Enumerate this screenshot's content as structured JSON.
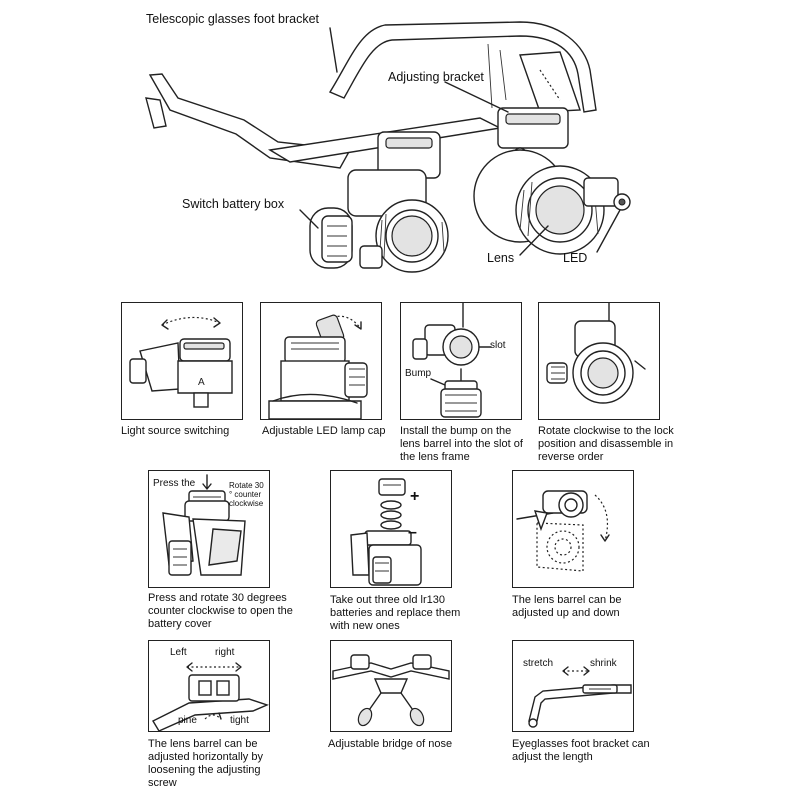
{
  "main_labels": {
    "telescopic": "Telescopic glasses foot bracket",
    "adjusting": "Adjusting bracket",
    "switch_battery": "Switch battery box",
    "lens": "Lens",
    "led": "LED"
  },
  "panels": [
    {
      "caption": "Light source switching"
    },
    {
      "caption": "Adjustable LED lamp cap"
    },
    {
      "caption": "Install the bump on the lens barrel into the slot of the lens frame",
      "labels": {
        "slot": "slot",
        "bump": "Bump"
      }
    },
    {
      "caption": "Rotate clockwise to the lock position and disassemble in reverse order"
    },
    {
      "caption": "Press and rotate 30 degrees counter clockwise to open the battery cover",
      "labels": {
        "press_the": "Press the",
        "rotate": "Rotate 30 ° counter clockwise"
      }
    },
    {
      "caption": "Take out three old lr130 batteries and replace them with new ones",
      "labels": {
        "plus": "+",
        "minus": "–"
      }
    },
    {
      "caption": "The lens barrel can be adjusted up and down"
    },
    {
      "caption": "The lens barrel can be adjusted horizontally by loosening the adjusting screw",
      "labels": {
        "left": "Left",
        "right": "right",
        "pine": "pine",
        "tight": "tight"
      }
    },
    {
      "caption": "Adjustable bridge of nose"
    },
    {
      "caption": "Eyeglasses foot bracket can adjust the length",
      "labels": {
        "stretch": "stretch",
        "shrink": "shrink"
      }
    }
  ]
}
